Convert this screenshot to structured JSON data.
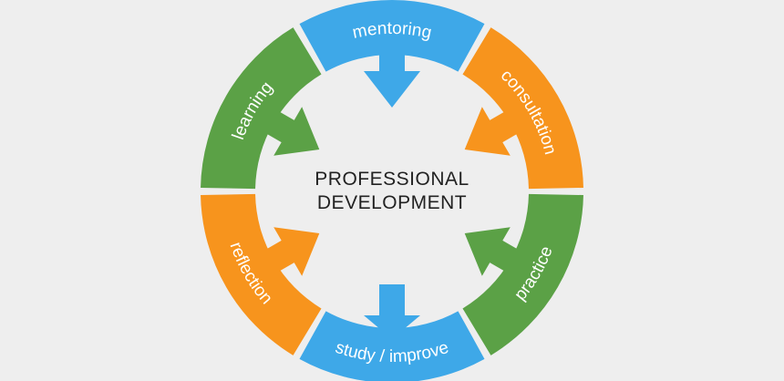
{
  "center": {
    "line1": "PROFESSIONAL",
    "line2": "DEVELOPMENT"
  },
  "segments": [
    {
      "id": "mentoring",
      "label": "mentoring",
      "color": "#3ea8e8",
      "arrow": "inward"
    },
    {
      "id": "consultation",
      "label": "consultation",
      "color": "#f7941d",
      "arrow": "inward"
    },
    {
      "id": "practice",
      "label": "practice",
      "color": "#5ba146",
      "arrow": "inward"
    },
    {
      "id": "study-improve",
      "label": "study / improve",
      "color": "#3ea8e8",
      "arrow": "outward"
    },
    {
      "id": "reflection",
      "label": "reflection",
      "color": "#f7941d",
      "arrow": "inward"
    },
    {
      "id": "learning",
      "label": "learning",
      "color": "#5ba146",
      "arrow": "inward"
    }
  ],
  "colors": {
    "background": "#eeeeee",
    "center_fill": "#eeeeee",
    "text_dark": "#222222"
  }
}
